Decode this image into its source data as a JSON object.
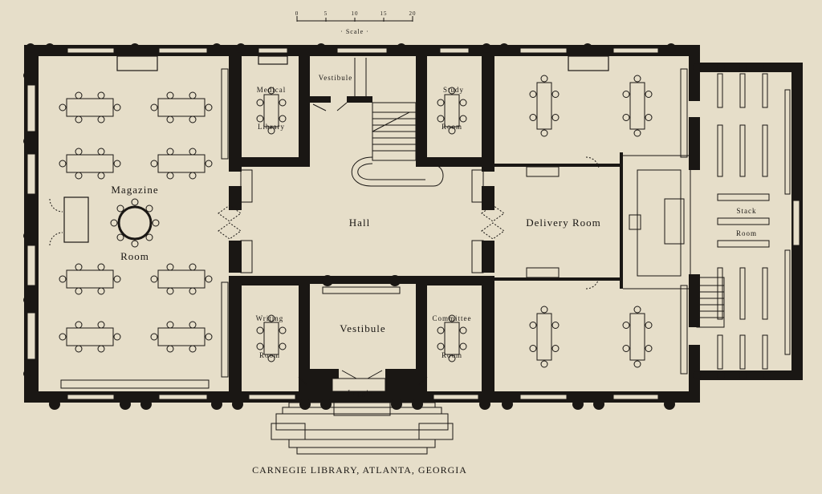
{
  "scale": {
    "label": "· Scale ·",
    "ticks": [
      "0",
      "5",
      "10",
      "15",
      "20"
    ]
  },
  "rooms": {
    "magazine_1": "Magazine",
    "magazine_2": "Room",
    "medical_1": "Medical",
    "medical_2": "Library",
    "vestibule_north": "Vestibule",
    "study_1": "Study",
    "study_2": "Room",
    "hall": "Hall",
    "delivery": "Delivery Room",
    "stack_1": "Stack",
    "stack_2": "Room",
    "writing_1": "Writing",
    "writing_2": "Room",
    "vestibule_south": "Vestibule",
    "committee_1": "Committee",
    "committee_2": "Room",
    "loggia": "Loggia"
  },
  "caption": "CARNEGIE LIBRARY, ATLANTA, GEORGIA"
}
